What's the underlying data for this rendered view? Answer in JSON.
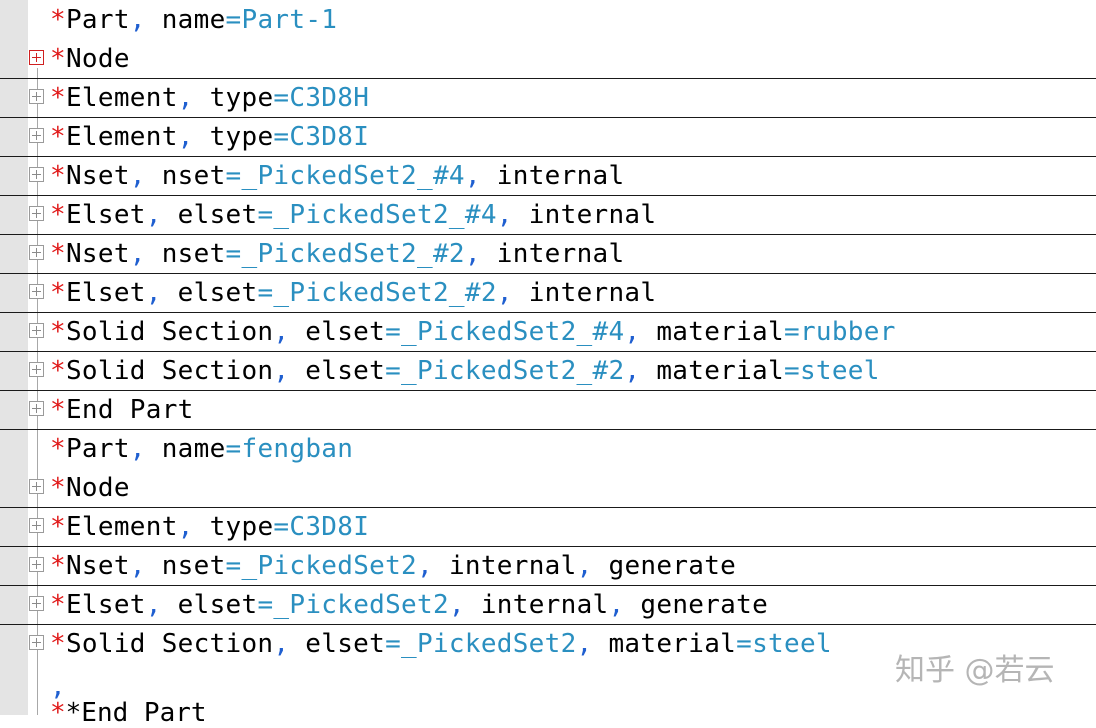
{
  "editor": {
    "lines": [
      {
        "kw": "Part",
        "p1": ", ",
        "k1": "name",
        "v1": "Part-1",
        "p2": "",
        "k2": "",
        "v2": "",
        "p3": "",
        "k3": "",
        "v3": ""
      },
      {
        "kw": "Node",
        "p1": "",
        "k1": "",
        "v1": "",
        "p2": "",
        "k2": "",
        "v2": "",
        "p3": "",
        "k3": "",
        "v3": ""
      },
      {
        "kw": "Element",
        "p1": ", ",
        "k1": "type",
        "v1": "C3D8H",
        "p2": "",
        "k2": "",
        "v2": "",
        "p3": "",
        "k3": "",
        "v3": ""
      },
      {
        "kw": "Element",
        "p1": ", ",
        "k1": "type",
        "v1": "C3D8I",
        "p2": "",
        "k2": "",
        "v2": "",
        "p3": "",
        "k3": "",
        "v3": ""
      },
      {
        "kw": "Nset",
        "p1": ", ",
        "k1": "nset",
        "v1": "_PickedSet2_#4",
        "p2": ", ",
        "k2": "internal",
        "v2": "",
        "p3": "",
        "k3": "",
        "v3": ""
      },
      {
        "kw": "Elset",
        "p1": ", ",
        "k1": "elset",
        "v1": "_PickedSet2_#4",
        "p2": ", ",
        "k2": "internal",
        "v2": "",
        "p3": "",
        "k3": "",
        "v3": ""
      },
      {
        "kw": "Nset",
        "p1": ", ",
        "k1": "nset",
        "v1": "_PickedSet2_#2",
        "p2": ", ",
        "k2": "internal",
        "v2": "",
        "p3": "",
        "k3": "",
        "v3": ""
      },
      {
        "kw": "Elset",
        "p1": ", ",
        "k1": "elset",
        "v1": "_PickedSet2_#2",
        "p2": ", ",
        "k2": "internal",
        "v2": "",
        "p3": "",
        "k3": "",
        "v3": ""
      },
      {
        "kw": "Solid Section",
        "p1": ", ",
        "k1": "elset",
        "v1": "_PickedSet2_#4",
        "p2": ", ",
        "k2": "material",
        "v2": "rubber",
        "p3": "",
        "k3": "",
        "v3": ""
      },
      {
        "kw": "Solid Section",
        "p1": ", ",
        "k1": "elset",
        "v1": "_PickedSet2_#2",
        "p2": ", ",
        "k2": "material",
        "v2": "steel",
        "p3": "",
        "k3": "",
        "v3": ""
      },
      {
        "kw": "End Part",
        "p1": "",
        "k1": "",
        "v1": "",
        "p2": "",
        "k2": "",
        "v2": "",
        "p3": "",
        "k3": "",
        "v3": ""
      },
      {
        "kw": "Part",
        "p1": ", ",
        "k1": "name",
        "v1": "fengban",
        "p2": "",
        "k2": "",
        "v2": "",
        "p3": "",
        "k3": "",
        "v3": ""
      },
      {
        "kw": "Node",
        "p1": "",
        "k1": "",
        "v1": "",
        "p2": "",
        "k2": "",
        "v2": "",
        "p3": "",
        "k3": "",
        "v3": ""
      },
      {
        "kw": "Element",
        "p1": ", ",
        "k1": "type",
        "v1": "C3D8I",
        "p2": "",
        "k2": "",
        "v2": "",
        "p3": "",
        "k3": "",
        "v3": ""
      },
      {
        "kw": "Nset",
        "p1": ", ",
        "k1": "nset",
        "v1": "_PickedSet2",
        "p2": ", ",
        "k2": "internal",
        "v2": "",
        "p3": ", ",
        "k3": "generate",
        "v3": ""
      },
      {
        "kw": "Elset",
        "p1": ", ",
        "k1": "elset",
        "v1": "_PickedSet2",
        "p2": ", ",
        "k2": "internal",
        "v2": "",
        "p3": ", ",
        "k3": "generate",
        "v3": ""
      },
      {
        "kw": "Solid Section",
        "p1": ", ",
        "k1": "elset",
        "v1": "_PickedSet2",
        "p2": ", ",
        "k2": "material",
        "v2": "steel",
        "p3": "",
        "k3": "",
        "v3": ""
      }
    ],
    "star": "*",
    "equals": "=",
    "stray_comma": ",",
    "cut_line": "*End Part",
    "watermark": "知乎 @若云"
  }
}
